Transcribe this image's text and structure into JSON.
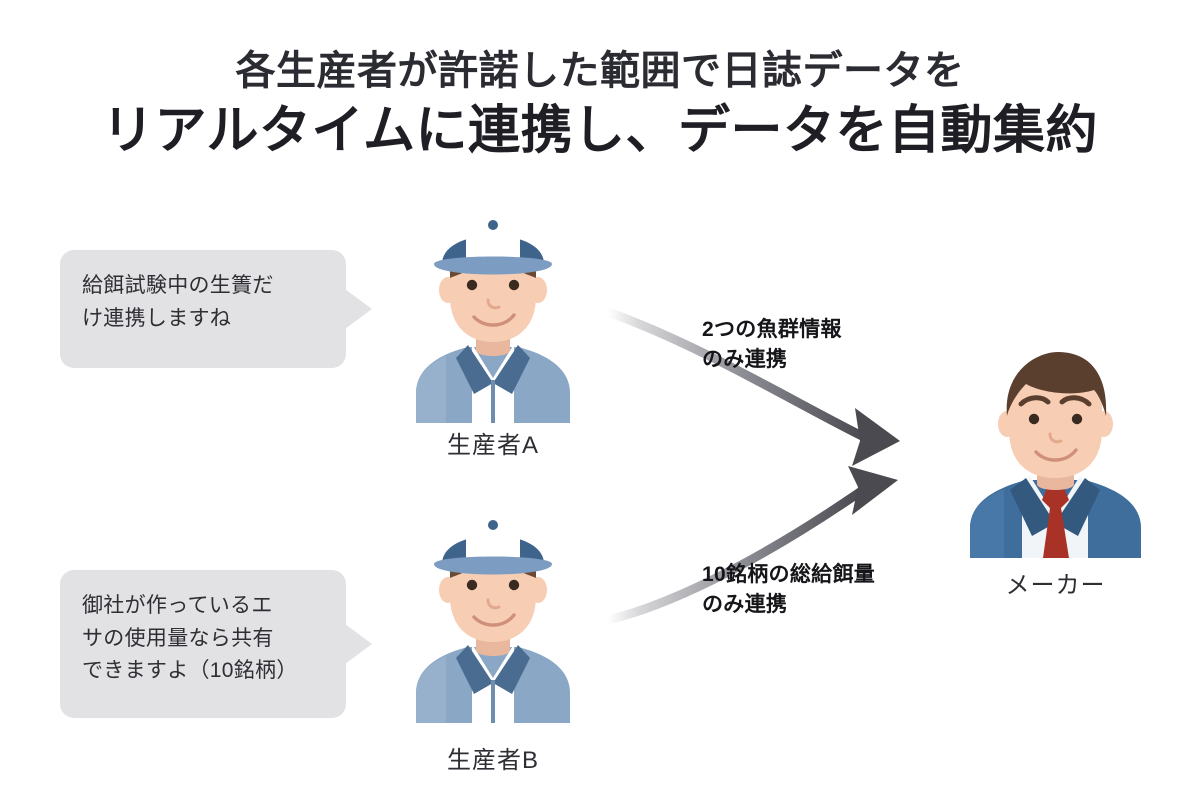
{
  "page": {
    "background": "#ffffff",
    "title": {
      "line1": "各生産者が許諾した範囲で日誌データを",
      "line2": "リアルタイムに連携し、データを自動集約"
    }
  },
  "speech_bubbles": [
    {
      "id": "bubble-a",
      "speaker": "生産者A",
      "line1": "給餌試験中の生簀だ",
      "line2": "け連携しますね",
      "background": "#e2e2e4",
      "text_color": "#2e2e34"
    },
    {
      "id": "bubble-b",
      "speaker": "生産者B",
      "line1": "御社が作っているエ",
      "line2": "サの使用量なら共有",
      "line3": "できますよ（10銘柄）",
      "background": "#e2e2e4",
      "text_color": "#2e2e34"
    }
  ],
  "actors": [
    {
      "id": "farmer-a",
      "label": "生産者A",
      "role": "producer",
      "icon": "farmer-avatar-icon",
      "colors": {
        "cap": "#3f648c",
        "cap_brim": "#7c9cc2",
        "cap_patch": "#ffffff",
        "hair": "#6b4a33",
        "skin": "#f7cdb4",
        "skin_shadow": "#e8b79d",
        "jacket": "#8ba7c6",
        "collar": "#4a6c91",
        "shirt": "#ffffff"
      }
    },
    {
      "id": "farmer-b",
      "label": "生産者B",
      "role": "producer",
      "icon": "farmer-avatar-icon",
      "colors": {
        "cap": "#3f648c",
        "cap_brim": "#7c9cc2",
        "cap_patch": "#ffffff",
        "hair": "#6b4a33",
        "skin": "#f7cdb4",
        "skin_shadow": "#e8b79d",
        "jacket": "#8ba7c6",
        "collar": "#4a6c91",
        "shirt": "#ffffff"
      }
    },
    {
      "id": "maker",
      "label": "メーカー",
      "role": "manufacturer",
      "icon": "businessman-avatar-icon",
      "colors": {
        "hair": "#5b3f2e",
        "skin": "#f7cdb4",
        "skin_shadow": "#e8b79d",
        "suit": "#3f6d9c",
        "suit_shadow": "#33597f",
        "shirt": "#f2f5f8",
        "tie": "#a93226"
      }
    }
  ],
  "arrows": [
    {
      "id": "arrow-1",
      "from": "生産者A",
      "to": "メーカー",
      "label_line1": "2つの魚群情報",
      "label_line2": "のみ連携",
      "color_start": "#e9e9ea",
      "color_end": "#4a4a50",
      "direction": "down-right"
    },
    {
      "id": "arrow-2",
      "from": "生産者B",
      "to": "メーカー",
      "label_line1": "10銘柄の総給餌量",
      "label_line2": "のみ連携",
      "color_start": "#e9e9ea",
      "color_end": "#4a4a50",
      "direction": "up-right"
    }
  ]
}
